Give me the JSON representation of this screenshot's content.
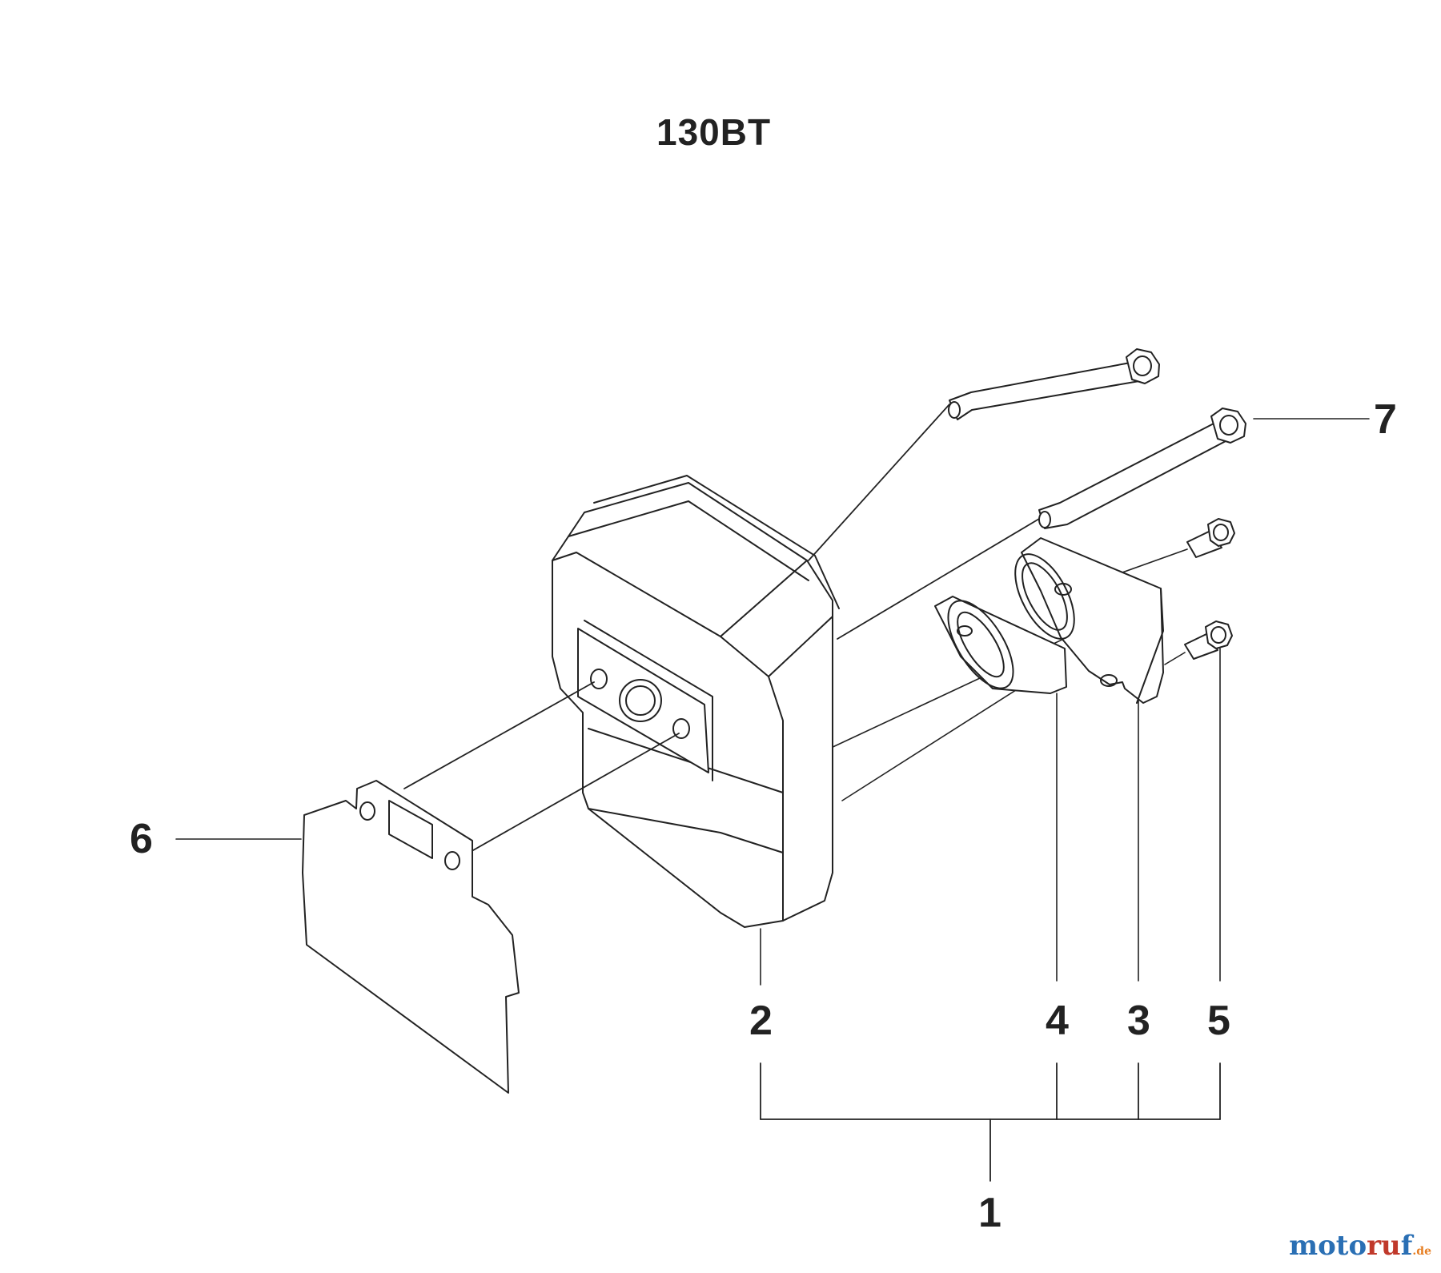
{
  "title": "130BT",
  "callouts": {
    "c1": "1",
    "c2": "2",
    "c3": "3",
    "c4": "4",
    "c5": "5",
    "c6": "6",
    "c7": "7"
  },
  "watermark": {
    "a": "moto",
    "b": "ru",
    "c": "f",
    "d": ".de"
  }
}
